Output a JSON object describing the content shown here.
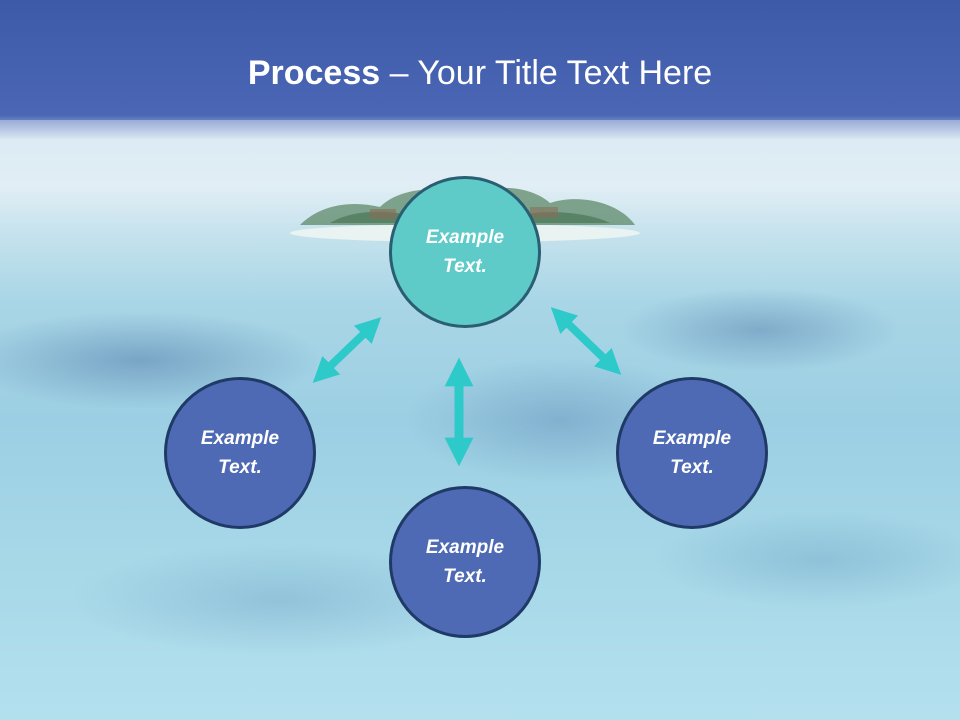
{
  "title": {
    "bold": "Process",
    "rest": " – Your Title Text Here"
  },
  "nodes": {
    "top": "Example Text.",
    "left": "Example Text.",
    "right": "Example Text.",
    "bottom": "Example Text."
  },
  "colors": {
    "title_band": "#4a66b4",
    "accent_circle": "#5ecbc8",
    "main_circle": "#4f6ab4",
    "circle_border": "#1f3a66",
    "arrow": "#2ec9c9"
  }
}
